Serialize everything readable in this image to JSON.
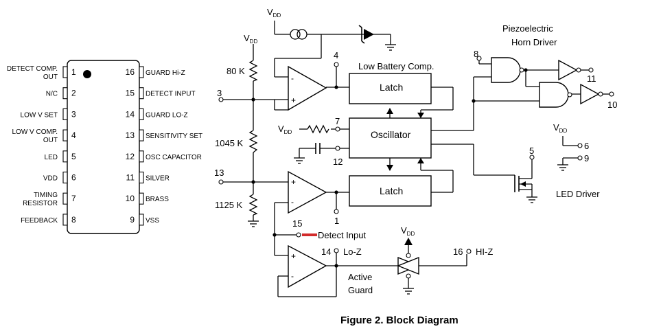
{
  "caption": "Figure 2.  Block Diagram",
  "ic_package": {
    "left_pins": [
      {
        "num": "1",
        "label1": "DETECT COMP.",
        "label2": "OUT"
      },
      {
        "num": "2",
        "label1": "N/C",
        "label2": ""
      },
      {
        "num": "3",
        "label1": "LOW V SET",
        "label2": ""
      },
      {
        "num": "4",
        "label1": "LOW V COMP.",
        "label2": "OUT"
      },
      {
        "num": "5",
        "label1": "LED",
        "label2": ""
      },
      {
        "num": "6",
        "label1": "VDD",
        "label2": ""
      },
      {
        "num": "7",
        "label1": "TIMING",
        "label2": "RESISTOR"
      },
      {
        "num": "8",
        "label1": "FEEDBACK",
        "label2": ""
      }
    ],
    "right_pins": [
      {
        "num": "16",
        "label": "GUARD Hi-Z"
      },
      {
        "num": "15",
        "label": "DETECT INPUT"
      },
      {
        "num": "14",
        "label": "GUARD LO-Z"
      },
      {
        "num": "13",
        "label": "SENSITIVITY SET"
      },
      {
        "num": "12",
        "label": "OSC CAPACITOR"
      },
      {
        "num": "11",
        "label": "SILVER"
      },
      {
        "num": "10",
        "label": "BRASS"
      },
      {
        "num": "9",
        "label": "VSS"
      }
    ]
  },
  "schematic": {
    "vdd": "V",
    "vdd_sub": "DD",
    "r1": "80 K",
    "r2": "1045 K",
    "r3": "1125 K",
    "latch_top": "Latch",
    "latch_bottom": "Latch",
    "oscillator": "Oscillator",
    "low_battery": "Low Battery Comp.",
    "piezo1": "Piezoelectric",
    "piezo2": "Horn Driver",
    "led_driver": "LED Driver",
    "detect_input": "Detect Input",
    "lo_z": "Lo-Z",
    "hi_z": "HI-Z",
    "active": "Active",
    "guard": "Guard",
    "pins": {
      "p3": "3",
      "p4": "4",
      "p7": "7",
      "p12": "12",
      "p13": "13",
      "p1": "1",
      "p15": "15",
      "p14": "14",
      "p16": "16",
      "p8": "8",
      "p11": "11",
      "p10": "10",
      "p5": "5",
      "p6": "6",
      "p9": "9"
    },
    "opamp_plus": "+",
    "opamp_minus": "-"
  },
  "colors": {
    "detect_input_wire": "#d22b2b"
  }
}
